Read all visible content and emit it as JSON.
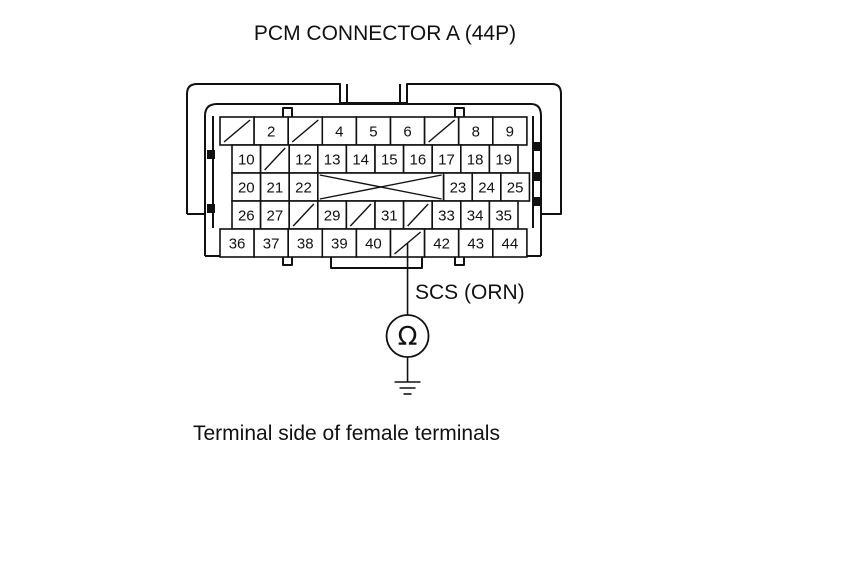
{
  "title": "PCM CONNECTOR A (44P)",
  "wire_label": "SCS (ORN)",
  "caption": "Terminal side of female terminals",
  "meter_symbol": "Ω",
  "meter_type": "ohmmeter",
  "ground_symbol": "ground",
  "probe_terminal": "41",
  "rows": [
    {
      "cells": [
        {
          "type": "blank"
        },
        {
          "type": "pin",
          "label": "2"
        },
        {
          "type": "blank"
        },
        {
          "type": "pin",
          "label": "4"
        },
        {
          "type": "pin",
          "label": "5"
        },
        {
          "type": "pin",
          "label": "6"
        },
        {
          "type": "blank"
        },
        {
          "type": "pin",
          "label": "8"
        },
        {
          "type": "pin",
          "label": "9"
        }
      ]
    },
    {
      "cells": [
        {
          "type": "pin",
          "label": "10"
        },
        {
          "type": "blank"
        },
        {
          "type": "pin",
          "label": "12"
        },
        {
          "type": "pin",
          "label": "13"
        },
        {
          "type": "pin",
          "label": "14"
        },
        {
          "type": "pin",
          "label": "15"
        },
        {
          "type": "pin",
          "label": "16"
        },
        {
          "type": "pin",
          "label": "17"
        },
        {
          "type": "pin",
          "label": "18"
        },
        {
          "type": "pin",
          "label": "19"
        }
      ]
    },
    {
      "cells": [
        {
          "type": "pin",
          "label": "20"
        },
        {
          "type": "pin",
          "label": "21"
        },
        {
          "type": "pin",
          "label": "22"
        },
        {
          "type": "cross"
        },
        {
          "type": "pin",
          "label": "23"
        },
        {
          "type": "pin",
          "label": "24"
        },
        {
          "type": "pin",
          "label": "25"
        }
      ]
    },
    {
      "cells": [
        {
          "type": "pin",
          "label": "26"
        },
        {
          "type": "pin",
          "label": "27"
        },
        {
          "type": "blank"
        },
        {
          "type": "pin",
          "label": "29"
        },
        {
          "type": "blank"
        },
        {
          "type": "pin",
          "label": "31"
        },
        {
          "type": "blank"
        },
        {
          "type": "pin",
          "label": "33"
        },
        {
          "type": "pin",
          "label": "34"
        },
        {
          "type": "pin",
          "label": "35"
        }
      ]
    },
    {
      "cells": [
        {
          "type": "pin",
          "label": "36"
        },
        {
          "type": "pin",
          "label": "37"
        },
        {
          "type": "pin",
          "label": "38"
        },
        {
          "type": "pin",
          "label": "39"
        },
        {
          "type": "pin",
          "label": "40"
        },
        {
          "type": "blank",
          "probe": true
        },
        {
          "type": "pin",
          "label": "42"
        },
        {
          "type": "pin",
          "label": "43"
        },
        {
          "type": "pin",
          "label": "44"
        }
      ]
    }
  ]
}
